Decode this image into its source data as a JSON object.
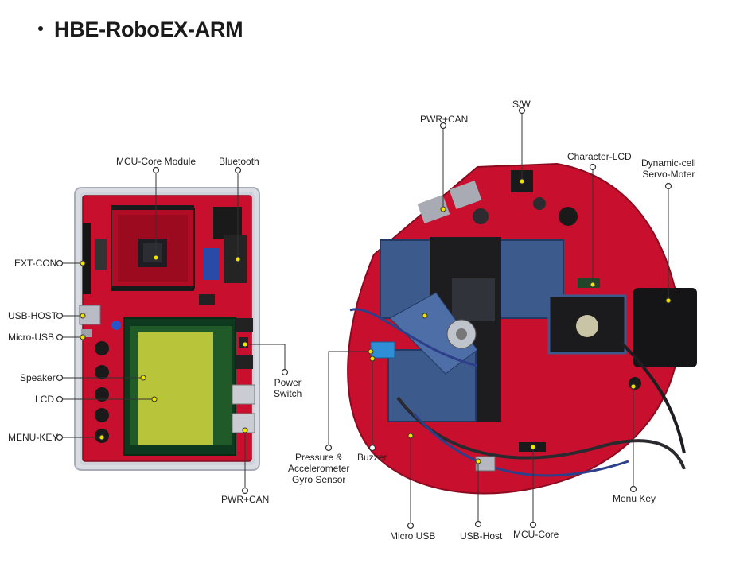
{
  "title": "HBE-RoboEX-ARM",
  "left_board": {
    "labels": {
      "mcu_core_module": "MCU-Core Module",
      "bluetooth": "Bluetooth",
      "ext_con": "EXT-CON",
      "usb_host": "USB-HOST",
      "micro_usb": "Micro-USB",
      "speaker": "Speaker",
      "lcd": "LCD",
      "menu_key": "MENU-KEY",
      "power_switch_1": "Power",
      "power_switch_2": "Switch",
      "pwr_can": "PWR+CAN"
    }
  },
  "robot": {
    "labels": {
      "pwr_can": "PWR+CAN",
      "sw": "S/W",
      "character_lcd": "Character-LCD",
      "servo_1": "Dynamic-cell",
      "servo_2": "Servo-Moter",
      "pressure_1": "Pressure &",
      "pressure_2": "Accelerometer",
      "pressure_3": "Gyro Sensor",
      "buzzer": "Buzzer",
      "micro_usb": "Micro USB",
      "usb_host": "USB-Host",
      "mcu_core": "MCU-Core",
      "menu_key": "Menu Key"
    }
  },
  "colors": {
    "pcb_red": "#c8102e",
    "lcd_green": "#b8c43a",
    "frame_blue": "#3d5a8c",
    "marker_yellow": "#f2e600"
  }
}
